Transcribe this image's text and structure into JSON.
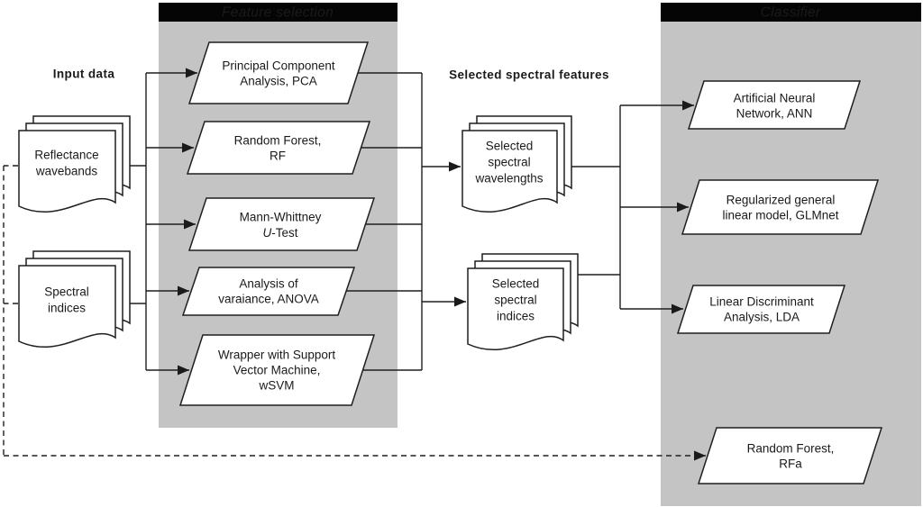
{
  "panels": [
    {
      "title": "Feature selection"
    },
    {
      "title": "Classifier"
    }
  ],
  "column_labels": [
    "Input data",
    "Selected spectral features"
  ],
  "input_stacks": [
    {
      "lines": [
        "Reflectance",
        "wavebands"
      ]
    },
    {
      "lines": [
        "Spectral",
        "indices"
      ]
    }
  ],
  "feature_methods": [
    {
      "lines": [
        "Principal Component",
        "Analysis, PCA"
      ]
    },
    {
      "lines": [
        "Random Forest,",
        "RF"
      ]
    },
    {
      "line1": "Mann-Whittney",
      "line2_italic": "U",
      "line2_rest": "-Test"
    },
    {
      "lines": [
        "Analysis of",
        "varaiance, ANOVA"
      ]
    },
    {
      "lines": [
        "Wrapper with Support",
        "Vector Machine,",
        "wSVM"
      ]
    }
  ],
  "selected_stacks": [
    {
      "lines": [
        "Selected",
        "spectral",
        "wavelengths"
      ]
    },
    {
      "lines": [
        "Selected",
        "spectral",
        "indices"
      ]
    }
  ],
  "classifiers": [
    {
      "lines": [
        "Artificial Neural",
        "Network, ANN"
      ]
    },
    {
      "lines": [
        "Regularized general",
        "linear model, GLMnet"
      ]
    },
    {
      "lines": [
        "Linear Discriminant",
        "Analysis, LDA"
      ]
    },
    {
      "lines": [
        "Random Forest,",
        "RFa"
      ]
    }
  ],
  "colors": {
    "panel_gray": "#c4c4c4",
    "header_bg": "#050505",
    "header_text": "#ffffff",
    "shape_fill": "#ffffff",
    "line_color": "#1f1f1f"
  }
}
